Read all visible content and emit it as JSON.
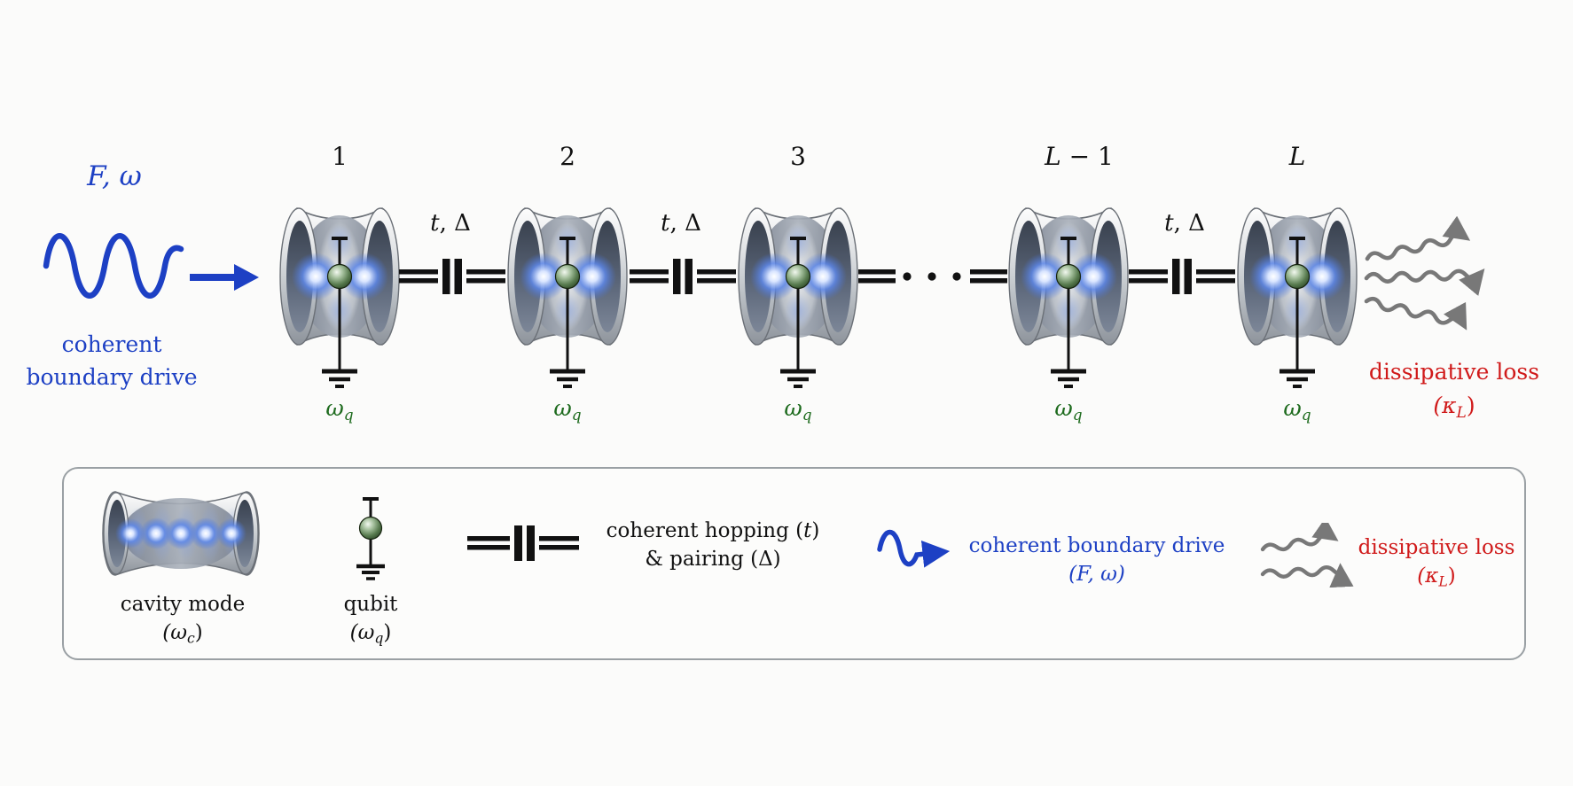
{
  "colors": {
    "drive_blue": "#1d40c4",
    "loss_red": "#d01a1a",
    "qubit_green_text": "#1e6b1e",
    "arrow_gray": "#787878",
    "line_black": "#111111",
    "legend_border": "#9aa0a4"
  },
  "drive": {
    "params": "F, ω",
    "caption1": "coherent",
    "caption2": "boundary drive"
  },
  "chain": {
    "sites": [
      {
        "v": "",
        "t": "1"
      },
      {
        "v": "",
        "t": "2"
      },
      {
        "v": "",
        "t": "3"
      },
      {
        "v": "L",
        "t": " − 1"
      },
      {
        "v": "L",
        "t": ""
      }
    ],
    "coupling_v": "t",
    "coupling_t": ", Δ",
    "qubit_base": "ω",
    "qubit_sub": "q"
  },
  "loss": {
    "caption": "dissipative loss",
    "pre": "(κ",
    "sub": "L",
    "post": ")"
  },
  "legend": {
    "cavity_name": "cavity mode",
    "cavity_pre": "(ω",
    "cavity_sub": "c",
    "cavity_post": ")",
    "qubit_name": "qubit",
    "qubit_pre": "(ω",
    "qubit_sub": "q",
    "qubit_post": ")",
    "coupling1_pre": "coherent hopping (",
    "coupling1_var": "t",
    "coupling1_post": ")",
    "coupling2": "& pairing (Δ)",
    "drive1": "coherent boundary drive",
    "drive2": "(F, ω)",
    "loss1": "dissipative loss",
    "loss_pre": "(κ",
    "loss_sub": "L",
    "loss_post": ")"
  }
}
